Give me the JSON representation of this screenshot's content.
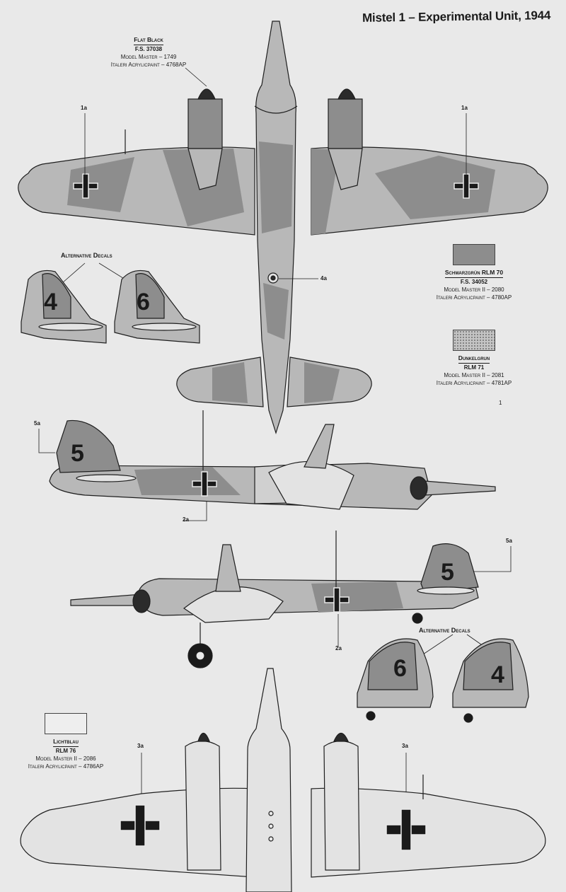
{
  "title": "Mistel 1 – Experimental Unit, 1944",
  "colors": {
    "paper": "#e9e9e9",
    "flat_black": "#2b2b2b",
    "rlm70": "#8d8d8d",
    "rlm71": "#b8b8b8",
    "rlm76": "#e3e3e3",
    "line": "#1e1e1e"
  },
  "paints": {
    "flat_black": {
      "name": "Flat Black",
      "fs": "F.S. 37038",
      "mm": "Model Master – 1749",
      "italeri": "Italeri Acrylicpaint – 4768AP"
    },
    "rlm70": {
      "name": "Schwarzgrün RLM 70",
      "fs": "F.S. 34052",
      "mm": "Model Master II – 2080",
      "italeri": "Italeri Acrylicpaint – 4780AP"
    },
    "rlm71": {
      "name": "Dunkelgrun",
      "fs": "RLM 71",
      "mm": "Model Master II – 2081",
      "italeri": "Italeri Acrylicpaint – 4781AP"
    },
    "rlm76": {
      "name": "Lichtblau",
      "fs": "RLM 76",
      "mm": "Model Master II – 2086",
      "italeri": "Italeri Acrylicpaint – 4786AP"
    }
  },
  "callouts": {
    "c1a_left": "1a",
    "c1a_right": "1a",
    "c4a": "4a",
    "c5a_top": "5a",
    "c5a_bottom": "5a",
    "c2a_top": "2a",
    "c2a_bottom": "2a",
    "c3a_left": "3a",
    "c3a_right": "3a",
    "c1_small": "1"
  },
  "alternative_decals": "Alternative Decals",
  "tail_codes": {
    "top_left": "4",
    "top_right": "6",
    "side_top": "5",
    "side_bottom": "5",
    "bottom_left": "6",
    "bottom_right": "4"
  }
}
